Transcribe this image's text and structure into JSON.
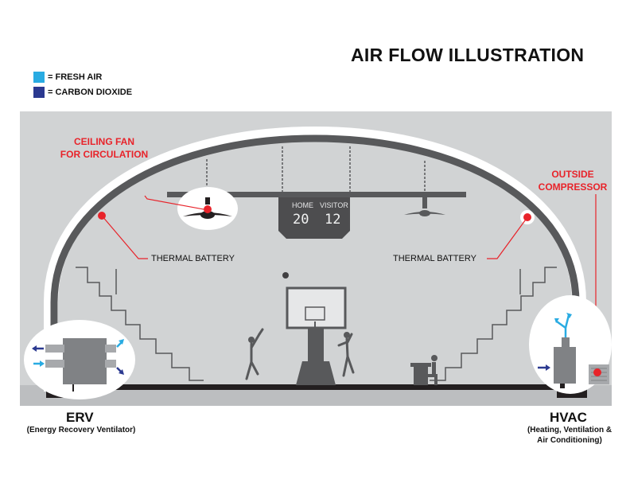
{
  "title": "AIR FLOW ILLUSTRATION",
  "legend": [
    {
      "label": "= FRESH AIR",
      "color": "#29abe2"
    },
    {
      "label": "= CARBON DIOXIDE",
      "color": "#2b3990"
    }
  ],
  "callouts": {
    "ceiling_fan": [
      "CEILING FAN",
      "FOR CIRCULATION"
    ],
    "outside_compressor": [
      "OUTSIDE",
      "COMPRESSOR"
    ],
    "thermal_battery_left": "THERMAL BATTERY",
    "thermal_battery_right": "THERMAL BATTERY"
  },
  "scoreboard": {
    "home_label": "HOME",
    "visitor_label": "VISITOR",
    "home_score": "20",
    "visitor_score": "12"
  },
  "erv": {
    "label": "ERV",
    "sublabel": "(Energy Recovery Ventilator)"
  },
  "hvac": {
    "label": "HVAC",
    "sublabel": [
      "(Heating, Ventilation &",
      "Air Conditioning)"
    ]
  },
  "colors": {
    "callout_red": "#e8232a",
    "fresh_air": "#29abe2",
    "carbon_dioxide": "#2b3990",
    "structure": "#555555",
    "background": "#d1d3d4"
  }
}
